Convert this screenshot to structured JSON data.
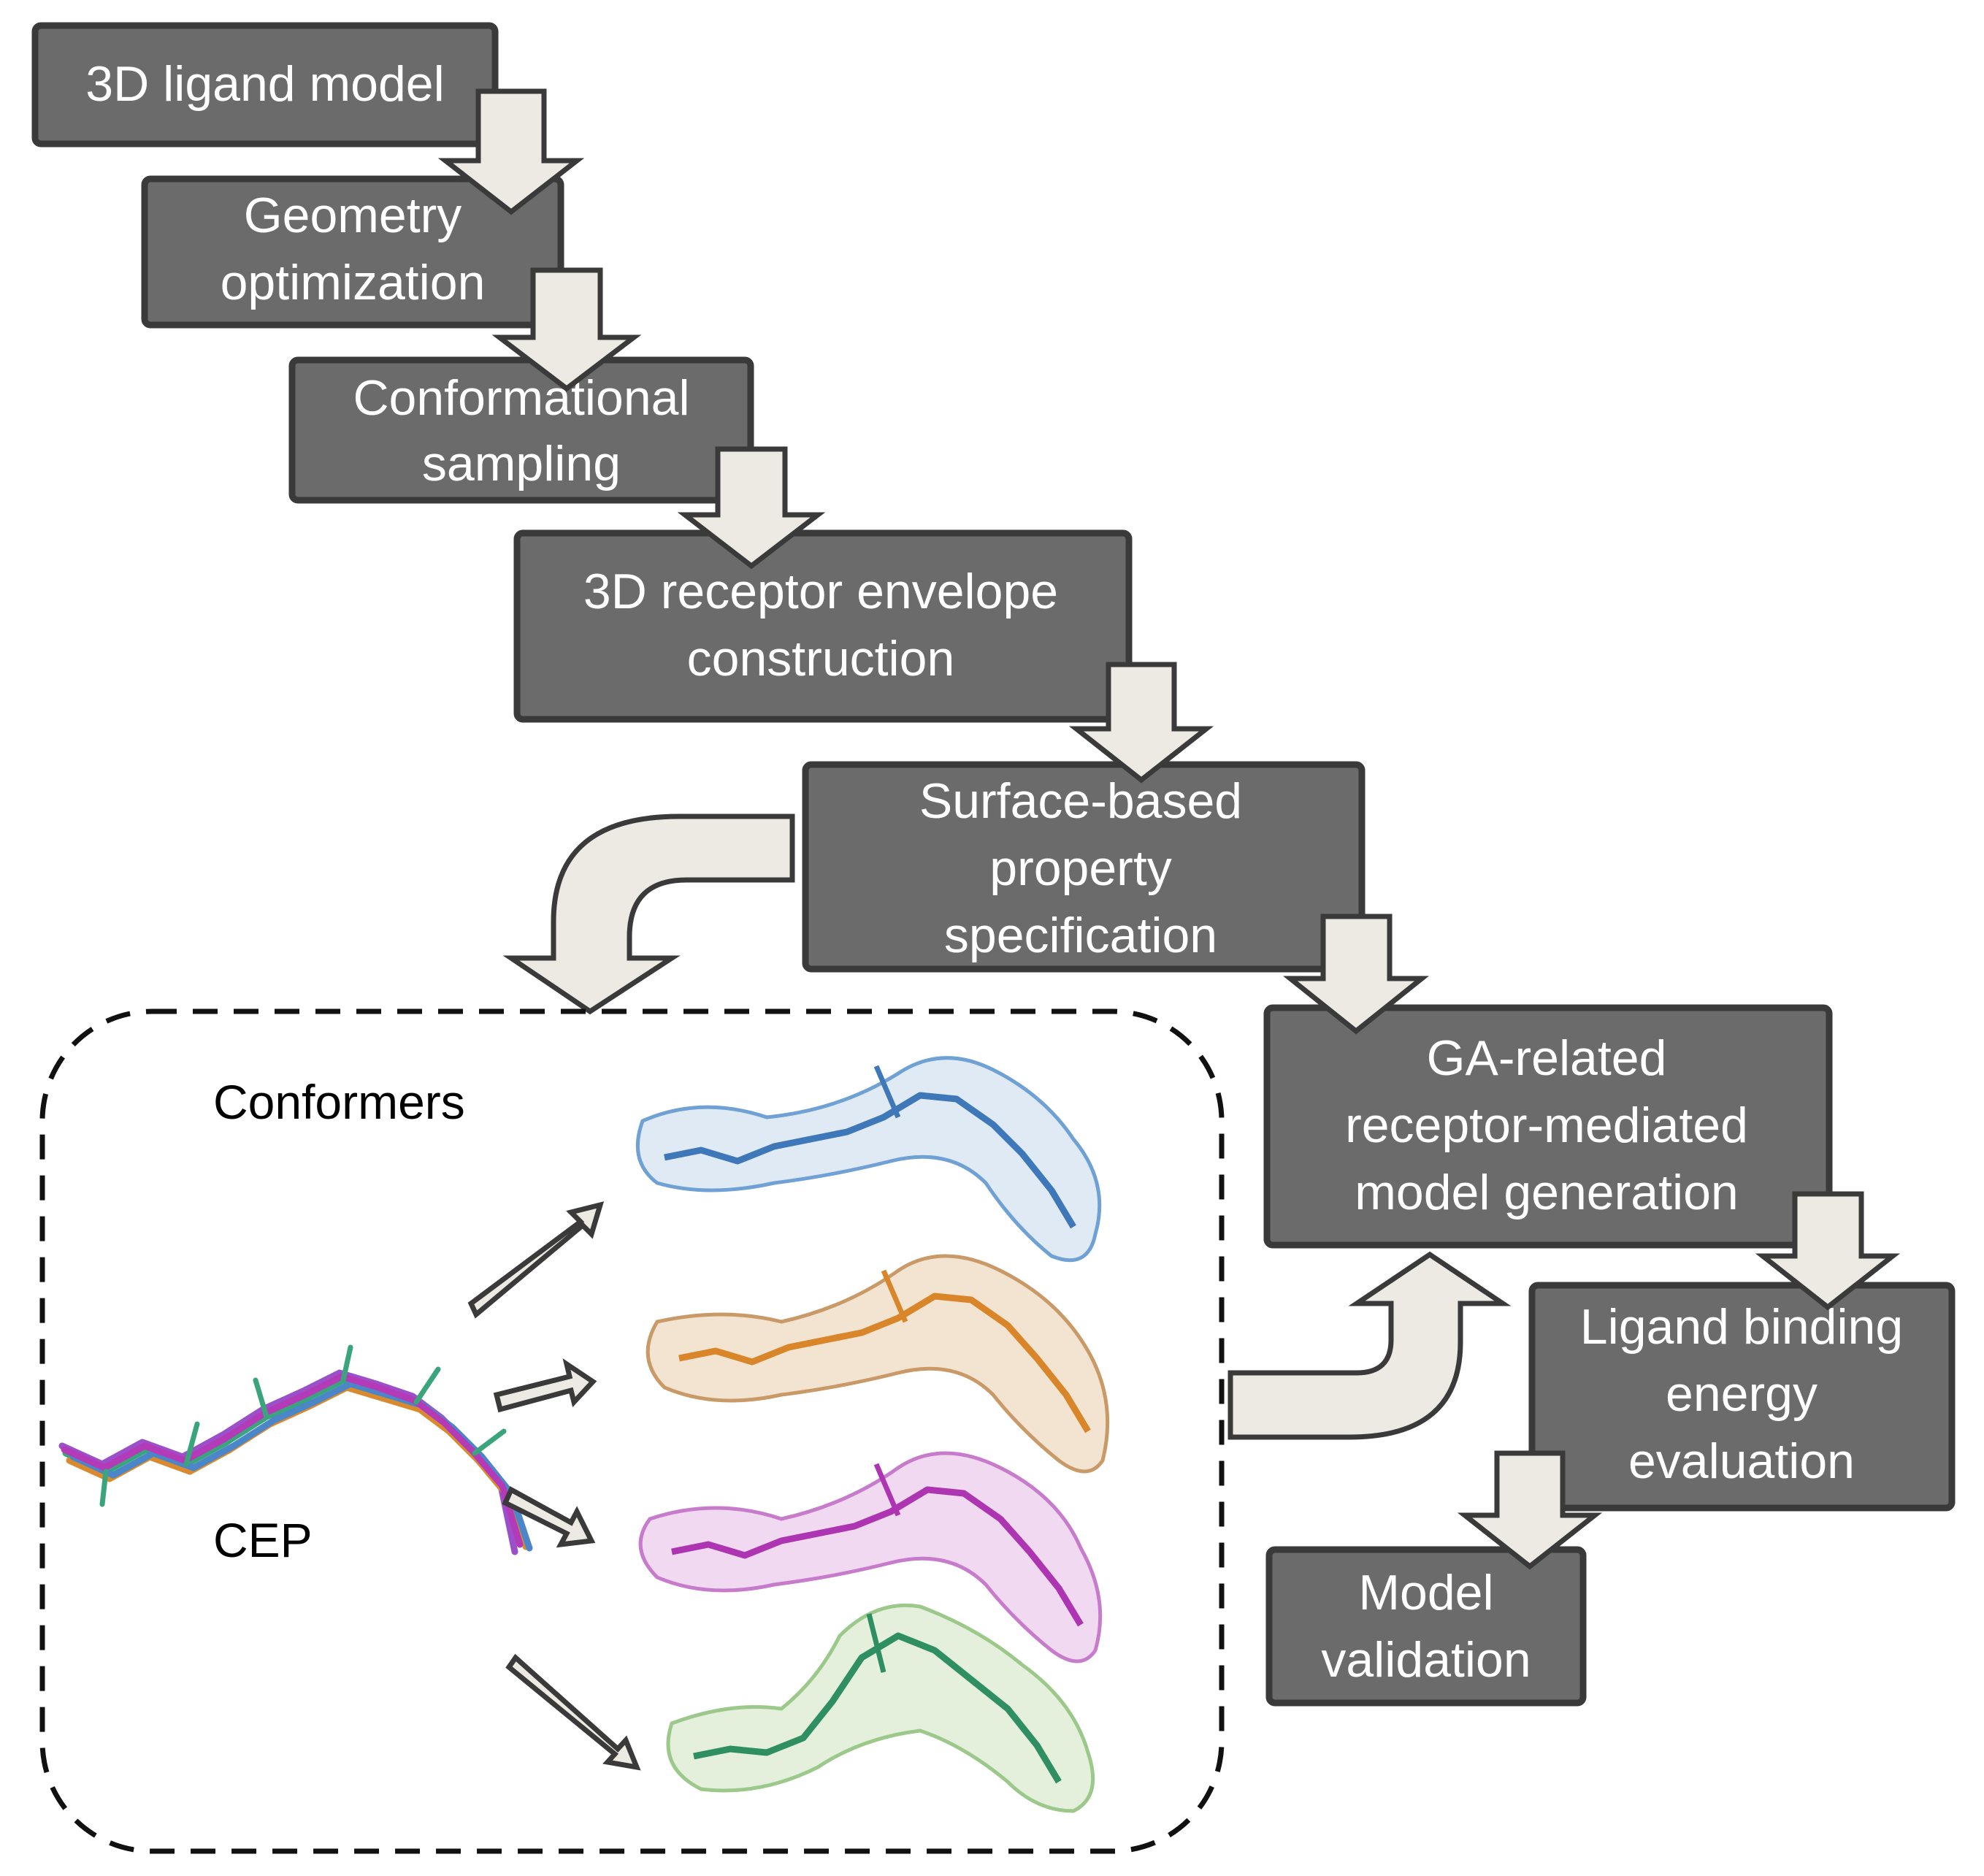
{
  "steps": {
    "ligand_model": [
      "3D ligand model"
    ],
    "geometry": [
      "Geometry",
      "optimization"
    ],
    "conformational": [
      "Conformational",
      "sampling"
    ],
    "receptor_envelope": [
      "3D receptor envelope",
      "construction"
    ],
    "surface_property": [
      "Surface-based",
      "property",
      "specification"
    ],
    "ga_model": [
      "GA-related",
      "receptor-mediated",
      "model generation"
    ],
    "binding_energy": [
      "Ligand binding",
      "energy",
      "evaluation"
    ],
    "validation": [
      "Model",
      "validation"
    ]
  },
  "conformer_panel": {
    "title": "Conformers",
    "cep_label": "CEP",
    "conformer_colors": {
      "blue": "#4a86c8",
      "orange": "#d98a2e",
      "magenta": "#b43bb8",
      "green": "#3a9a6a"
    },
    "cep_colors": [
      "#3aa57c",
      "#9b4fc8",
      "#d98a2e",
      "#4a86c8",
      "#b43bb8"
    ]
  },
  "colors": {
    "box_fill": "#6b6b6b",
    "box_border": "#3a3a3a",
    "arrow_fill": "#eceae3"
  }
}
